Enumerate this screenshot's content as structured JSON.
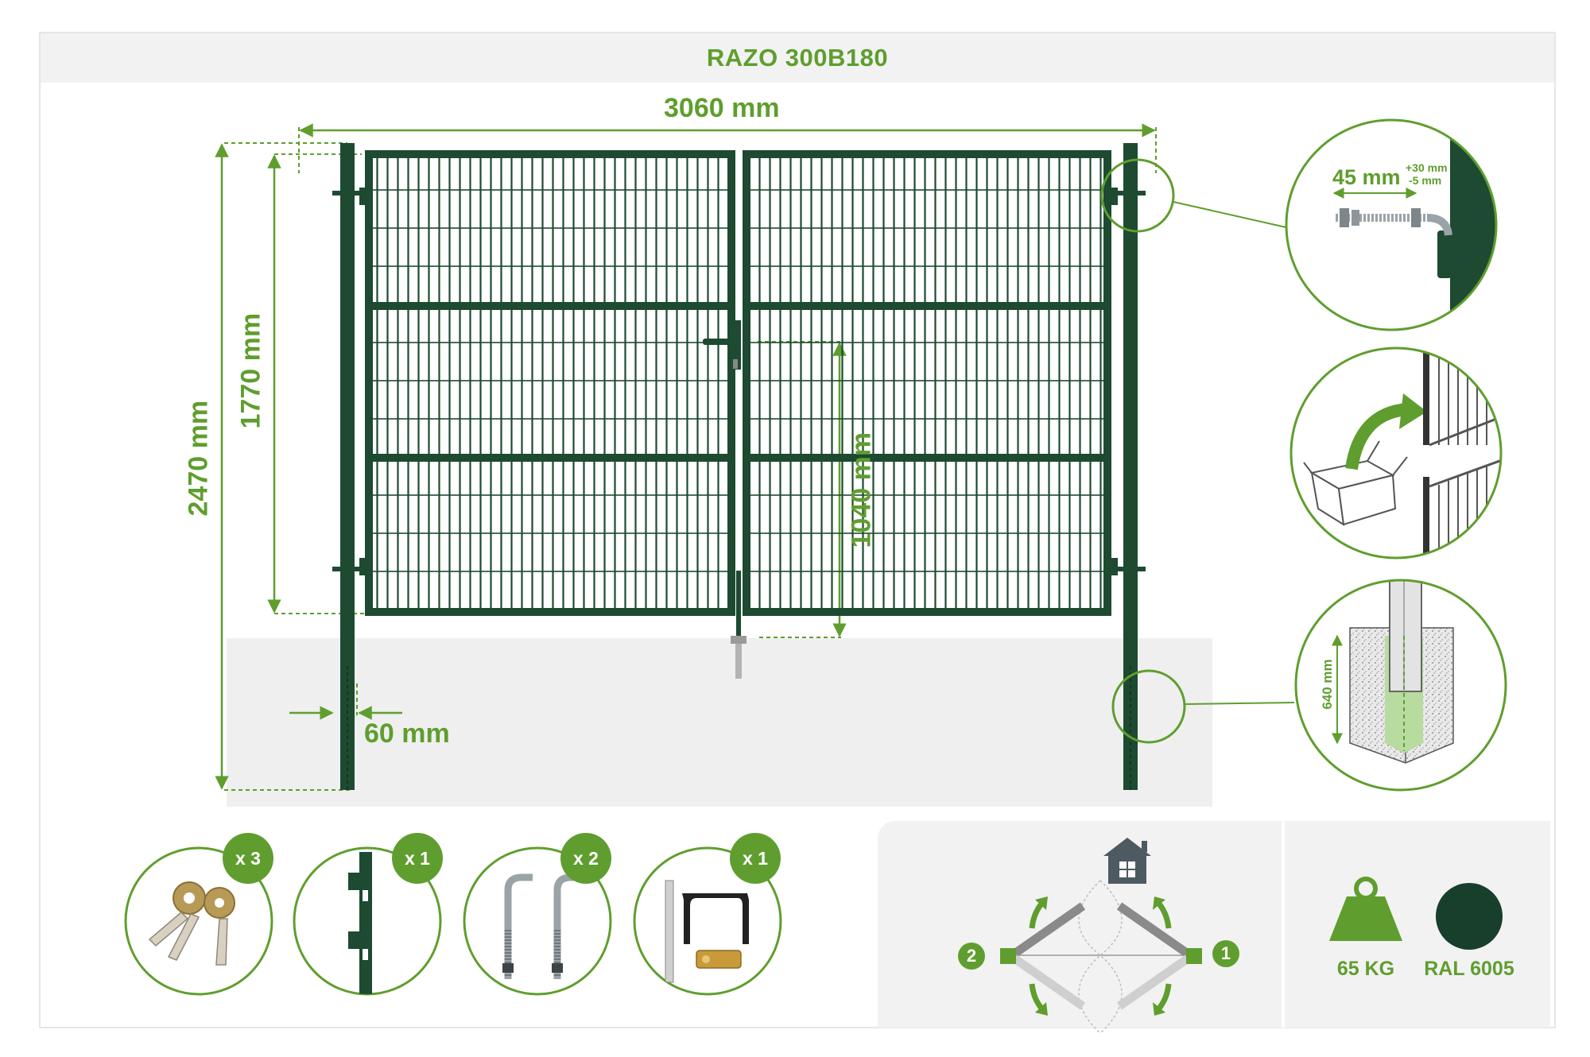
{
  "title": "RAZO 300B180",
  "dimensions": {
    "total_width": "3060 mm",
    "total_height": "2470 mm",
    "panel_height": "1770 mm",
    "lock_height": "1040 mm",
    "post_width": "60 mm"
  },
  "hinge_detail": {
    "bolt_length": "45 mm",
    "adjust_plus": "+30 mm",
    "adjust_minus": "-5 mm"
  },
  "foundation_detail": {
    "depth": "640 mm"
  },
  "accessories": [
    {
      "name": "keys",
      "icon": "keys-icon",
      "qty": "x 3"
    },
    {
      "name": "lock strike plate",
      "icon": "strike-plate-icon",
      "qty": "x 1"
    },
    {
      "name": "hinge bolts",
      "icon": "hinge-bolt-icon",
      "qty": "x 2"
    },
    {
      "name": "handle set with cylinder",
      "icon": "handle-set-icon",
      "qty": "x 1"
    }
  ],
  "opening": {
    "step1": "1",
    "step2": "2"
  },
  "specs": {
    "weight": "65 KG",
    "color": "RAL 6005"
  },
  "colors": {
    "brand_green": "#5f9e2e",
    "gate_green": "#1d4a30",
    "ral_swatch": "#183f2b",
    "panel_gray": "#f2f2f2"
  }
}
